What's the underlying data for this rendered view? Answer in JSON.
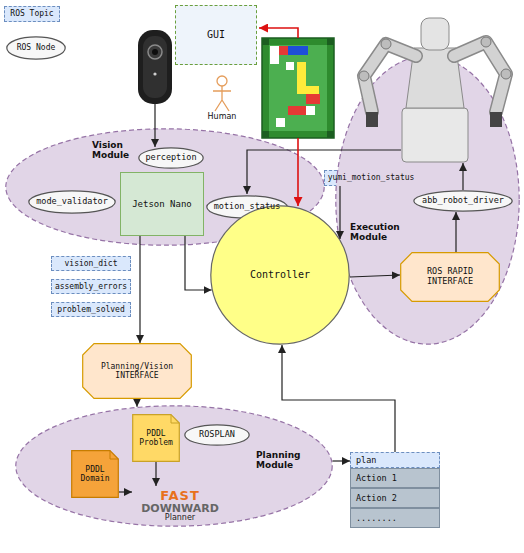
{
  "diagram": {
    "nodes": [
      {
        "text": [
          "GUI"
        ]
      },
      {
        "text": [
          "Vision Module"
        ]
      },
      {
        "text": [
          "perception"
        ],
        "in": 1
      },
      {
        "text": [
          "mode_validator"
        ],
        "in": 1
      },
      {
        "text": [
          "Jetson Nano"
        ],
        "in": 1
      },
      {
        "text": [
          "motion_status"
        ],
        "in": 1
      },
      {
        "text": [
          "yumi_motion_status"
        ]
      },
      {
        "text": [
          "Execution Module"
        ]
      },
      {
        "text": [
          "abb_robot_driver"
        ],
        "in": 7
      },
      {
        "text": [
          "ROS RAPID INTERFACE"
        ],
        "in": 7
      },
      {
        "text": [
          "Controller"
        ]
      },
      {
        "text": [
          "vision_dict"
        ]
      },
      {
        "text": [
          "assembly_errors"
        ]
      },
      {
        "text": [
          "problem_solved"
        ]
      },
      {
        "text": [
          "Planning/Vision INTERFACE"
        ]
      },
      {
        "text": [
          "Planning Module"
        ]
      },
      {
        "text": [
          "PDDL Problem"
        ],
        "in": 15
      },
      {
        "text": [
          "ROSPLAN"
        ],
        "in": 15
      },
      {
        "text": [
          "PDDL Domain"
        ],
        "in": 15
      },
      {
        "text": [
          "FAST",
          "DOWNWARD",
          "Planner"
        ],
        "in": 15
      },
      {
        "text": [
          "plan",
          "Action 1",
          "Action 2",
          "........"
        ]
      }
    ],
    "edges": [
      {
        "from": 4,
        "to": 10,
        "arrow": "to"
      },
      {
        "from": 4,
        "to": 14,
        "arrow": "to"
      },
      {
        "from": 14,
        "to": 15,
        "arrow": "to"
      },
      {
        "from": 6,
        "to": 10,
        "arrow": "to"
      },
      {
        "from": 10,
        "to": 9,
        "arrow": "to"
      },
      {
        "from": 9,
        "to": 8,
        "arrow": "to"
      },
      {
        "from": 16,
        "to": 19,
        "arrow": "to"
      },
      {
        "from": 18,
        "to": 19,
        "arrow": "to"
      },
      {
        "from": 15,
        "to": 20,
        "arrow": "to"
      },
      {
        "from": 20,
        "to": 10,
        "arrow": "to"
      }
    ],
    "labels": [
      "Human"
    ],
    "legend": [
      {
        "text": "ROS Topic"
      },
      {
        "text": "ROS Node"
      }
    ]
  }
}
